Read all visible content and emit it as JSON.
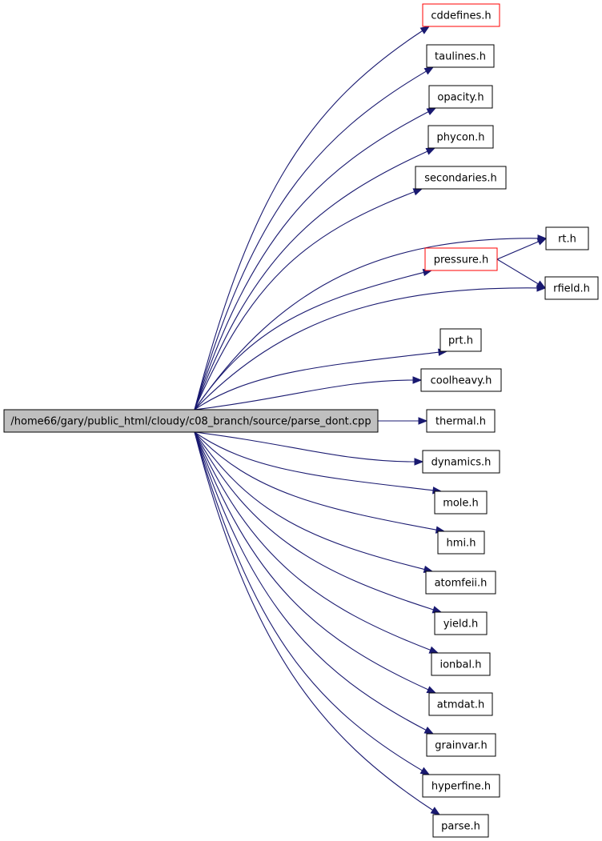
{
  "root": {
    "label": "/home66/gary/public_html/cloudy/c08_branch/source/parse_dont.cpp",
    "fill": "#bfbfbf"
  },
  "colors": {
    "edge": "#191970",
    "border": "#000000",
    "highlight_border": "#ff0000"
  },
  "nodes": [
    {
      "id": "cddefines",
      "label": "cddefines.h",
      "highlight": true
    },
    {
      "id": "taulines",
      "label": "taulines.h"
    },
    {
      "id": "opacity",
      "label": "opacity.h"
    },
    {
      "id": "phycon",
      "label": "phycon.h"
    },
    {
      "id": "secondaries",
      "label": "secondaries.h"
    },
    {
      "id": "rt",
      "label": "rt.h"
    },
    {
      "id": "pressure",
      "label": "pressure.h",
      "highlight": true
    },
    {
      "id": "rfield",
      "label": "rfield.h"
    },
    {
      "id": "prt",
      "label": "prt.h"
    },
    {
      "id": "coolheavy",
      "label": "coolheavy.h"
    },
    {
      "id": "thermal",
      "label": "thermal.h"
    },
    {
      "id": "dynamics",
      "label": "dynamics.h"
    },
    {
      "id": "mole",
      "label": "mole.h"
    },
    {
      "id": "hmi",
      "label": "hmi.h"
    },
    {
      "id": "atomfeii",
      "label": "atomfeii.h"
    },
    {
      "id": "yield",
      "label": "yield.h"
    },
    {
      "id": "ionbal",
      "label": "ionbal.h"
    },
    {
      "id": "atmdat",
      "label": "atmdat.h"
    },
    {
      "id": "grainvar",
      "label": "grainvar.h"
    },
    {
      "id": "hyperfine",
      "label": "hyperfine.h"
    },
    {
      "id": "parse",
      "label": "parse.h"
    }
  ],
  "edges": [
    [
      "root",
      "cddefines"
    ],
    [
      "root",
      "taulines"
    ],
    [
      "root",
      "opacity"
    ],
    [
      "root",
      "phycon"
    ],
    [
      "root",
      "secondaries"
    ],
    [
      "root",
      "rt"
    ],
    [
      "root",
      "pressure"
    ],
    [
      "root",
      "rfield"
    ],
    [
      "root",
      "prt"
    ],
    [
      "root",
      "coolheavy"
    ],
    [
      "root",
      "thermal"
    ],
    [
      "root",
      "dynamics"
    ],
    [
      "root",
      "mole"
    ],
    [
      "root",
      "hmi"
    ],
    [
      "root",
      "atomfeii"
    ],
    [
      "root",
      "yield"
    ],
    [
      "root",
      "ionbal"
    ],
    [
      "root",
      "atmdat"
    ],
    [
      "root",
      "grainvar"
    ],
    [
      "root",
      "hyperfine"
    ],
    [
      "root",
      "parse"
    ],
    [
      "pressure",
      "rt"
    ],
    [
      "pressure",
      "rfield"
    ]
  ]
}
